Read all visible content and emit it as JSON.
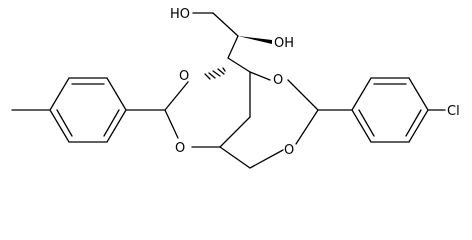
{
  "molecule": {
    "labels": {
      "oh_top": "HO",
      "oh_side": "OH",
      "o1": "O",
      "o2": "O",
      "o3": "O",
      "o4": "O",
      "cl": "Cl"
    },
    "stereo_bonds": [
      "wedge",
      "hash"
    ],
    "color": "#000000"
  }
}
